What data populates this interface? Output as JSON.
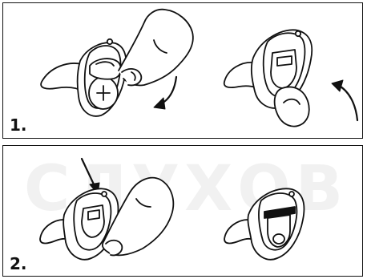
{
  "steps": [
    {
      "label": "1."
    },
    {
      "label": "2."
    }
  ],
  "watermark": {
    "text": "СЛУХОВ"
  }
}
